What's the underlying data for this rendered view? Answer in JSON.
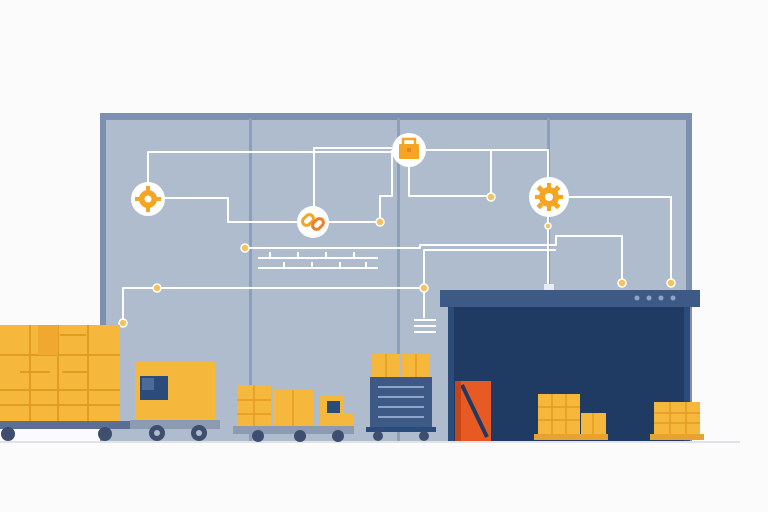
{
  "scene": {
    "background": "#fbfbfb",
    "wall_color": "#aebccd",
    "frame_color": "#7e90b0",
    "door_color": "#1f3a63",
    "awning_color": "#3d5a86",
    "accent_yellow": "#f5b73c",
    "accent_orange": "#f07f2a",
    "accent_red": "#e45a2c",
    "circuit_line_color": "#ffffff",
    "node_color": "#f5c15a",
    "icons": [
      "gear-icon",
      "gear-icon",
      "link-icon",
      "package-icon"
    ],
    "objects": [
      "warehouse-wall",
      "loading-dock",
      "delivery-truck",
      "stacked-pallets",
      "forklift",
      "warehouse-cart",
      "cardboard-boxes"
    ]
  }
}
